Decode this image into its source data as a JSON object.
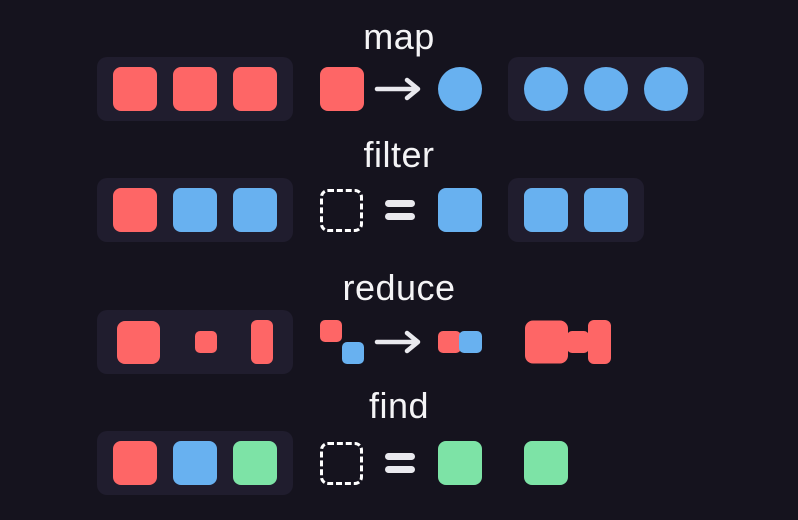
{
  "colors": {
    "background": "#15131e",
    "container": "#201d2e",
    "red": "#fe6666",
    "blue": "#68b1f0",
    "green": "#7de3a6",
    "text": "#f4f4f6",
    "arrow": "#e9e9ee",
    "dash": "#ffffff"
  },
  "sections": [
    {
      "id": "map",
      "label": "map",
      "input_shapes": [
        "square-red",
        "square-red",
        "square-red"
      ],
      "rule": {
        "from": [
          "square-red"
        ],
        "operator": "arrow",
        "to": [
          "circle-blue"
        ]
      },
      "output_shapes": [
        "circle-blue",
        "circle-blue",
        "circle-blue"
      ]
    },
    {
      "id": "filter",
      "label": "filter",
      "input_shapes": [
        "square-red",
        "square-blue",
        "square-blue"
      ],
      "rule": {
        "from": [
          "square-dashed"
        ],
        "operator": "equals",
        "to": [
          "square-blue"
        ]
      },
      "output_shapes": [
        "square-blue",
        "square-blue"
      ]
    },
    {
      "id": "reduce",
      "label": "reduce",
      "input_shapes": [
        "square-red-lg",
        "square-red-sm",
        "rect-red-tall"
      ],
      "rule": {
        "from": [
          "pair-diagonal"
        ],
        "operator": "arrow",
        "to": [
          "pair-merged"
        ]
      },
      "output_shapes": [
        "shape-reduced"
      ]
    },
    {
      "id": "find",
      "label": "find",
      "input_shapes": [
        "square-red",
        "square-blue",
        "square-green"
      ],
      "rule": {
        "from": [
          "square-dashed"
        ],
        "operator": "equals",
        "to": [
          "square-green"
        ]
      },
      "output_shapes": [
        "square-green"
      ]
    }
  ]
}
